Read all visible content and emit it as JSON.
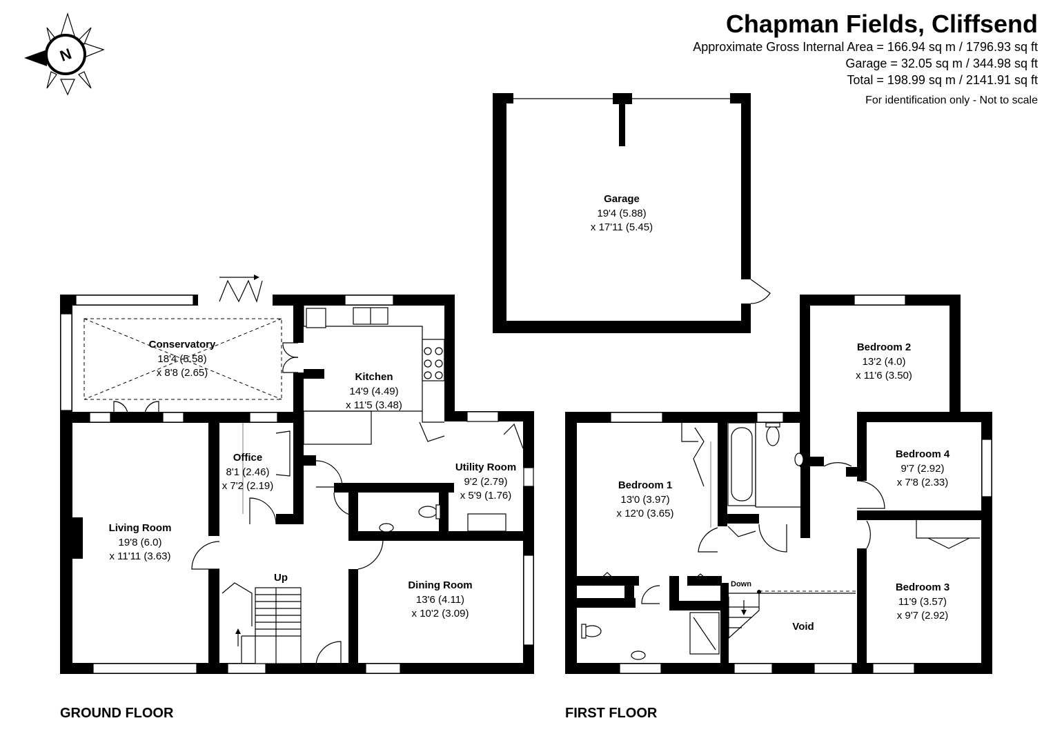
{
  "header": {
    "title": "Chapman Fields, Cliffsend",
    "area_lines": [
      "Approximate Gross Internal Area = 166.94 sq m / 1796.93 sq ft",
      "Garage = 32.05 sq m / 344.98 sq ft",
      "Total = 198.99 sq m / 2141.91 sq ft"
    ],
    "note": "For identification only - Not to scale"
  },
  "compass": {
    "label": "N",
    "icon": "compass-north-icon"
  },
  "floors": {
    "ground": "GROUND FLOOR",
    "first": "FIRST FLOOR"
  },
  "rooms": {
    "garage": {
      "name": "Garage",
      "dim1": "19'4 (5.88)",
      "dim2": "x 17'11 (5.45)"
    },
    "conservatory": {
      "name": "Conservatory",
      "dim1": "18'4 (5.58)",
      "dim2": "x 8'8 (2.65)"
    },
    "kitchen": {
      "name": "Kitchen",
      "dim1": "14'9 (4.49)",
      "dim2": "x 11'5 (3.48)"
    },
    "office": {
      "name": "Office",
      "dim1": "8'1 (2.46)",
      "dim2": "x 7'2 (2.19)"
    },
    "utility": {
      "name": "Utility Room",
      "dim1": "9'2 (2.79)",
      "dim2": "x 5'9 (1.76)"
    },
    "living": {
      "name": "Living Room",
      "dim1": "19'8 (6.0)",
      "dim2": "x 11'11 (3.63)"
    },
    "dining": {
      "name": "Dining Room",
      "dim1": "13'6 (4.11)",
      "dim2": "x 10'2 (3.09)"
    },
    "bedroom1": {
      "name": "Bedroom 1",
      "dim1": "13'0 (3.97)",
      "dim2": "x 12'0 (3.65)"
    },
    "bedroom2": {
      "name": "Bedroom 2",
      "dim1": "13'2 (4.0)",
      "dim2": "x 11'6 (3.50)"
    },
    "bedroom3": {
      "name": "Bedroom 3",
      "dim1": "11'9 (3.57)",
      "dim2": "x 9'7 (2.92)"
    },
    "bedroom4": {
      "name": "Bedroom 4",
      "dim1": "9'7 (2.92)",
      "dim2": "x 7'8 (2.33)"
    }
  },
  "labels": {
    "up": "Up",
    "down": "Down",
    "void": "Void"
  },
  "colors": {
    "wall": "#000000",
    "background": "#ffffff"
  }
}
